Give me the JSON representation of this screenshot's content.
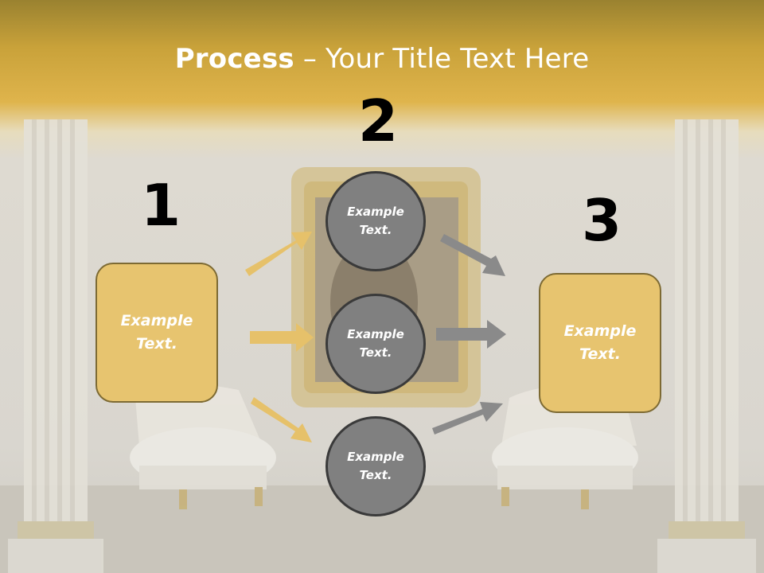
{
  "title": {
    "bold": "Process",
    "rest": " – Your Title Text Here"
  },
  "steps": {
    "one": "1",
    "two": "2",
    "three": "3"
  },
  "left_box": {
    "line1": "Example",
    "line2": "Text."
  },
  "right_box": {
    "line1": "Example",
    "line2": "Text."
  },
  "circles": [
    {
      "line1": "Example",
      "line2": "Text."
    },
    {
      "line1": "Example",
      "line2": "Text."
    },
    {
      "line1": "Example",
      "line2": "Text."
    }
  ],
  "colors": {
    "box_fill": "#e7c46f",
    "circle_fill": "#808080",
    "gold_arrow": "#e6c16a",
    "gray_arrow": "#8a8a8a"
  }
}
